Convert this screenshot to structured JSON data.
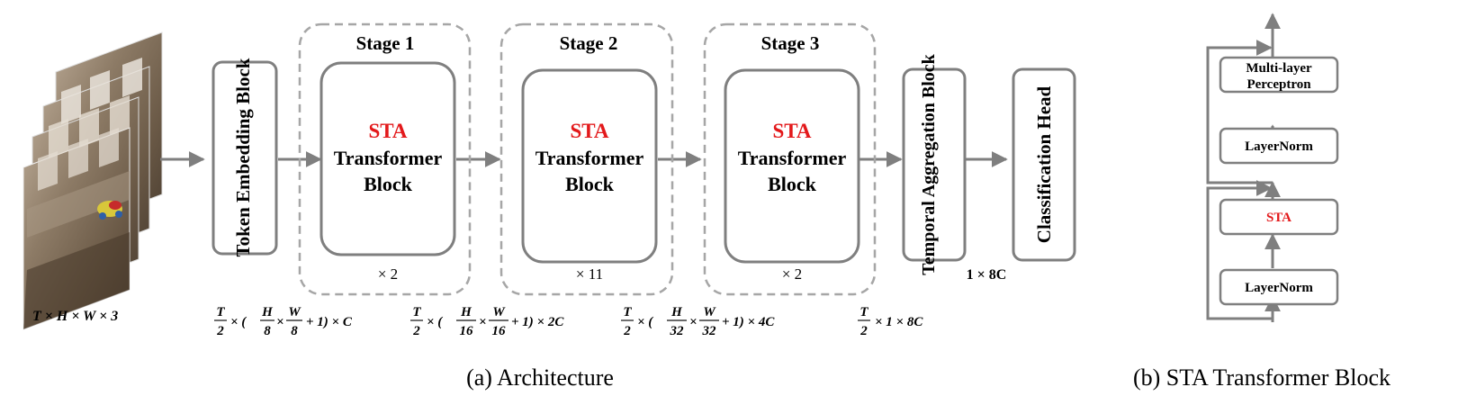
{
  "architecture": {
    "caption": "(a) Architecture",
    "input_dims": "T × H × W × 3",
    "token_embedding_label": "Token Embedding Block",
    "stages": [
      {
        "title": "Stage 1",
        "block_line1": "STA",
        "block_line2": "Transformer",
        "block_line3": "Block",
        "repeat": "× 2"
      },
      {
        "title": "Stage 2",
        "block_line1": "STA",
        "block_line2": "Transformer",
        "block_line3": "Block",
        "repeat": "× 11"
      },
      {
        "title": "Stage 3",
        "block_line1": "STA",
        "block_line2": "Transformer",
        "block_line3": "Block",
        "repeat": "× 2"
      }
    ],
    "temporal_aggregation_label": "Temporal Aggregation Block",
    "temporal_output_dims": "1 × 8C",
    "classification_head_label": "Classification Head",
    "shapes": [
      {
        "lead_num": "T",
        "lead_den": "2",
        "mid": "× (",
        "a_num": "H",
        "a_den": "8",
        "b_num": "W",
        "b_den": "8",
        "tail": "+ 1) × C"
      },
      {
        "lead_num": "T",
        "lead_den": "2",
        "mid": "× (",
        "a_num": "H",
        "a_den": "16",
        "b_num": "W",
        "b_den": "16",
        "tail": "+ 1) × 2C"
      },
      {
        "lead_num": "T",
        "lead_den": "2",
        "mid": "× (",
        "a_num": "H",
        "a_den": "32",
        "b_num": "W",
        "b_den": "32",
        "tail": "+ 1) × 4C"
      },
      {
        "lead_num": "T",
        "lead_den": "2",
        "tail": "× 1 × 8C"
      }
    ]
  },
  "sta_block": {
    "caption": "(b) STA Transformer Block",
    "mlp_line1": "Multi-layer",
    "mlp_line2": "Perceptron",
    "layernorm_top": "LayerNorm",
    "sta": "STA",
    "layernorm_bottom": "LayerNorm"
  },
  "colors": {
    "accent_red": "#e3191b",
    "stroke_gray": "#7f7f7f",
    "text_black": "#111111"
  }
}
